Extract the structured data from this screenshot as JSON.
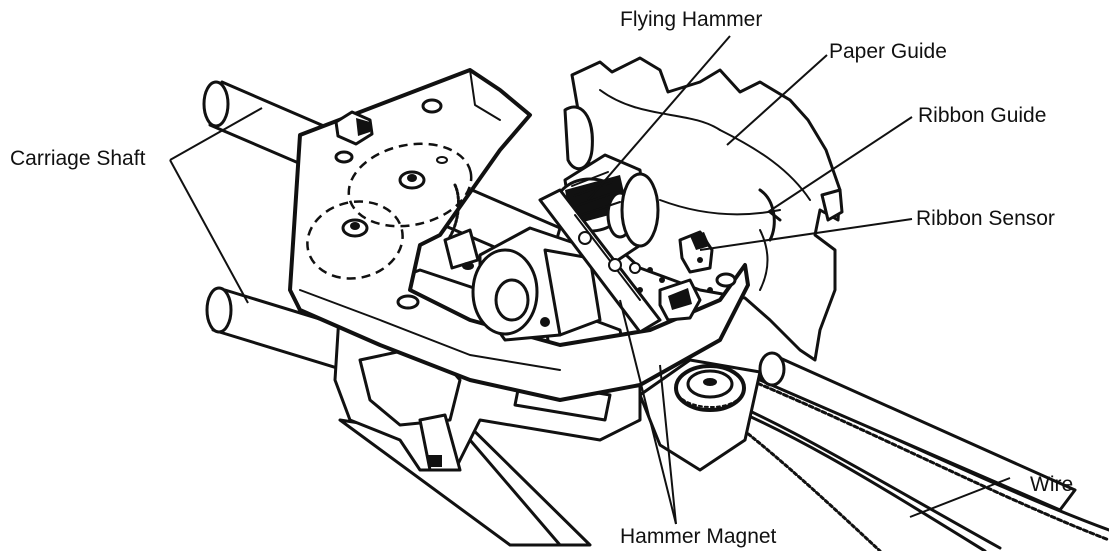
{
  "diagram": {
    "labels": {
      "flying_hammer": "Flying Hammer",
      "paper_guide": "Paper Guide",
      "ribbon_guide": "Ribbon Guide",
      "carriage_shaft": "Carriage Shaft",
      "ribbon_sensor": "Ribbon Sensor",
      "wire": "Wire",
      "hammer_magnet": "Hammer Magnet"
    }
  }
}
